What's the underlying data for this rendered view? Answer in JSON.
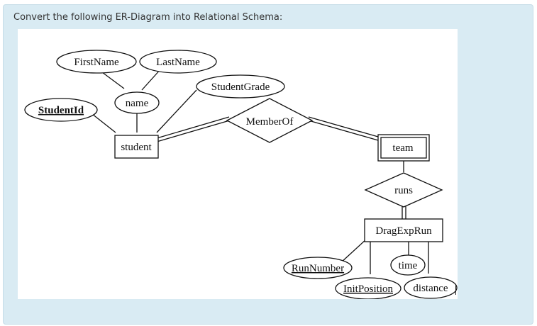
{
  "question": {
    "text": "Convert the following ER-Diagram into Relational Schema:"
  },
  "diagram": {
    "entities": {
      "student": "student",
      "team": "team",
      "dragexprun": "DragExpRun"
    },
    "relationships": {
      "memberof": "MemberOf",
      "runs": "runs"
    },
    "attributes": {
      "firstname": "FirstName",
      "lastname": "LastName",
      "name": "name",
      "studentid": "StudentId",
      "studentgrade": "StudentGrade",
      "runnumber": "RunNumber",
      "time": "time",
      "initposition": "InitPosition",
      "distance": "distance"
    }
  }
}
